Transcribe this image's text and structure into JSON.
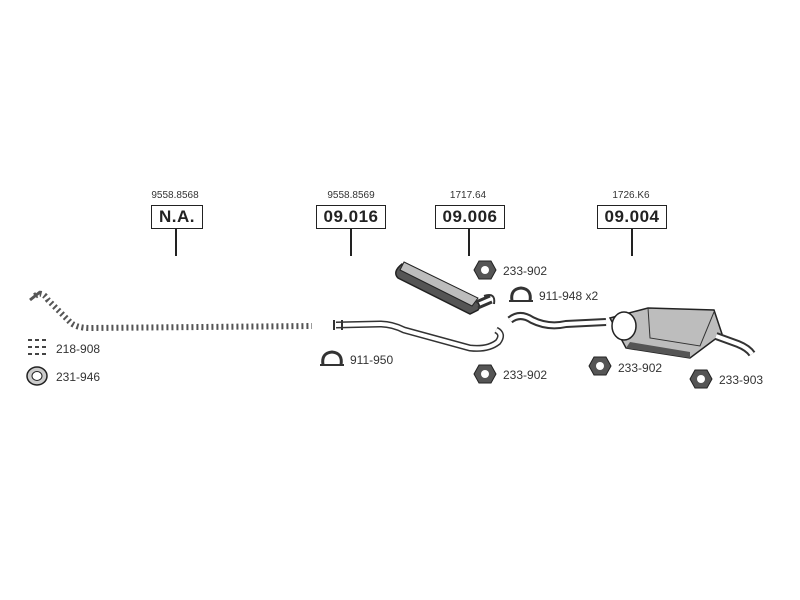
{
  "assemblies": [
    {
      "ref": "9558.8568",
      "code": "N.A."
    },
    {
      "ref": "9558.8569",
      "code": "09.016"
    },
    {
      "ref": "1717.64",
      "code": "09.006"
    },
    {
      "ref": "1726.K6",
      "code": "09.004"
    }
  ],
  "fittings": {
    "kit_218_908": "218-908",
    "ring_231_946": "231-946",
    "clamp_911_950": "911-950",
    "clamp_911_948": "911-948 x2",
    "nut_233_902_a": "233-902",
    "nut_233_902_b": "233-902",
    "nut_233_902_c": "233-902",
    "nut_233_903": "233-903"
  },
  "colors": {
    "line": "#222222",
    "part_fill": "#bdbdbd",
    "part_dark": "#555555"
  }
}
